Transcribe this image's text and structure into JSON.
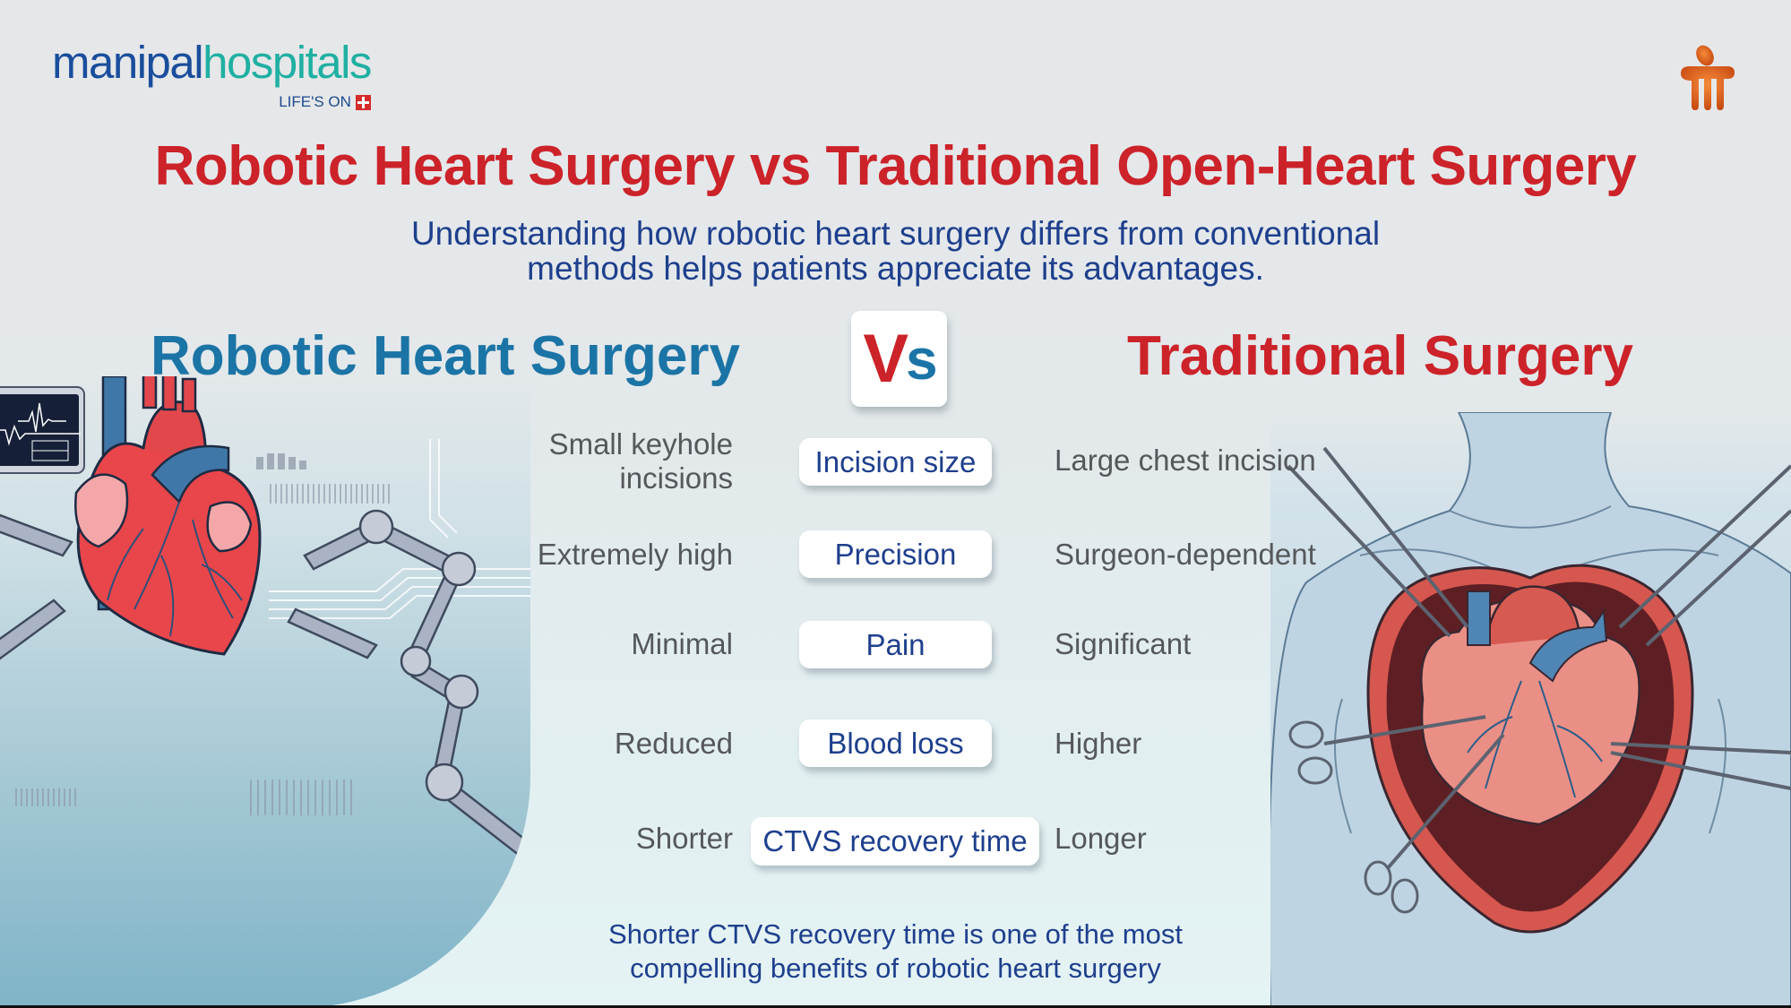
{
  "brand": {
    "name_part1": "manipal",
    "name_part2": "hospitals",
    "tagline": "LIFE'S ON",
    "colors": {
      "navy": "#1a4e9c",
      "teal": "#1fb0a2",
      "red": "#d52b2b",
      "emblem_orange": "#e8661c"
    }
  },
  "header": {
    "title": "Robotic Heart Surgery vs Traditional Open-Heart Surgery",
    "subtitle_line1": "Understanding how robotic heart surgery differs from conventional",
    "subtitle_line2": "methods helps patients appreciate its advantages."
  },
  "comparison": {
    "left_heading": "Robotic Heart Surgery",
    "vs_v": "V",
    "vs_s": "s",
    "right_heading": "Traditional Surgery",
    "rows": [
      {
        "robotic_line1": "Small keyhole",
        "robotic_line2": "incisions",
        "criterion": "Incision size",
        "traditional": "Large chest incision"
      },
      {
        "robotic": "Extremely high",
        "criterion": "Precision",
        "traditional": "Surgeon-dependent"
      },
      {
        "robotic": "Minimal",
        "criterion": "Pain",
        "traditional": "Significant"
      },
      {
        "robotic": "Reduced",
        "criterion": "Blood loss",
        "traditional": "Higher"
      },
      {
        "robotic": "Shorter",
        "criterion": "CTVS recovery time",
        "traditional": "Longer"
      }
    ]
  },
  "footer": {
    "note_line1": "Shorter CTVS recovery time is one of the most",
    "note_line2": "compelling benefits of robotic heart surgery"
  },
  "illustrations": {
    "left": "robotic-arms-heart-illustration",
    "right": "open-chest-surgery-illustration"
  },
  "colors": {
    "title_red": "#cc2229",
    "heading_blue": "#1b74a6",
    "text_navy": "#1e3f8d",
    "text_gray": "#55585b"
  }
}
